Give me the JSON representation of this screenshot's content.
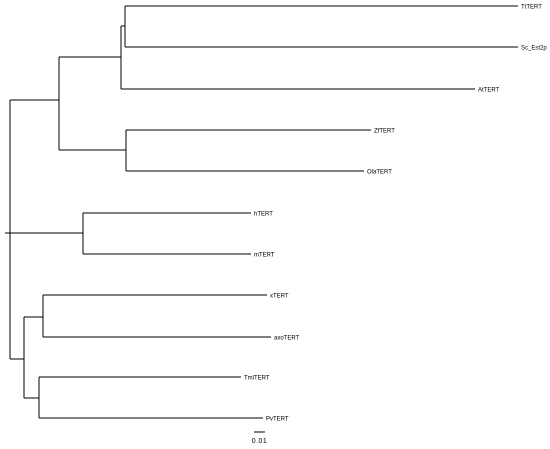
{
  "tree": {
    "taxa": [
      {
        "id": "t1",
        "label": "TtTERT"
      },
      {
        "id": "t2",
        "label": "Sc_Est2p"
      },
      {
        "id": "t3",
        "label": "AtTERT"
      },
      {
        "id": "t4",
        "label": "ZfTERT"
      },
      {
        "id": "t5",
        "label": "OlaTERT"
      },
      {
        "id": "t6",
        "label": "hTERT"
      },
      {
        "id": "t7",
        "label": "mTERT"
      },
      {
        "id": "t8",
        "label": "xTERT"
      },
      {
        "id": "t9",
        "label": "axoTERT"
      },
      {
        "id": "t10",
        "label": "TmlTERT"
      },
      {
        "id": "t11",
        "label": "PvTERT"
      }
    ],
    "scale_bar": {
      "label": "0.01"
    }
  }
}
